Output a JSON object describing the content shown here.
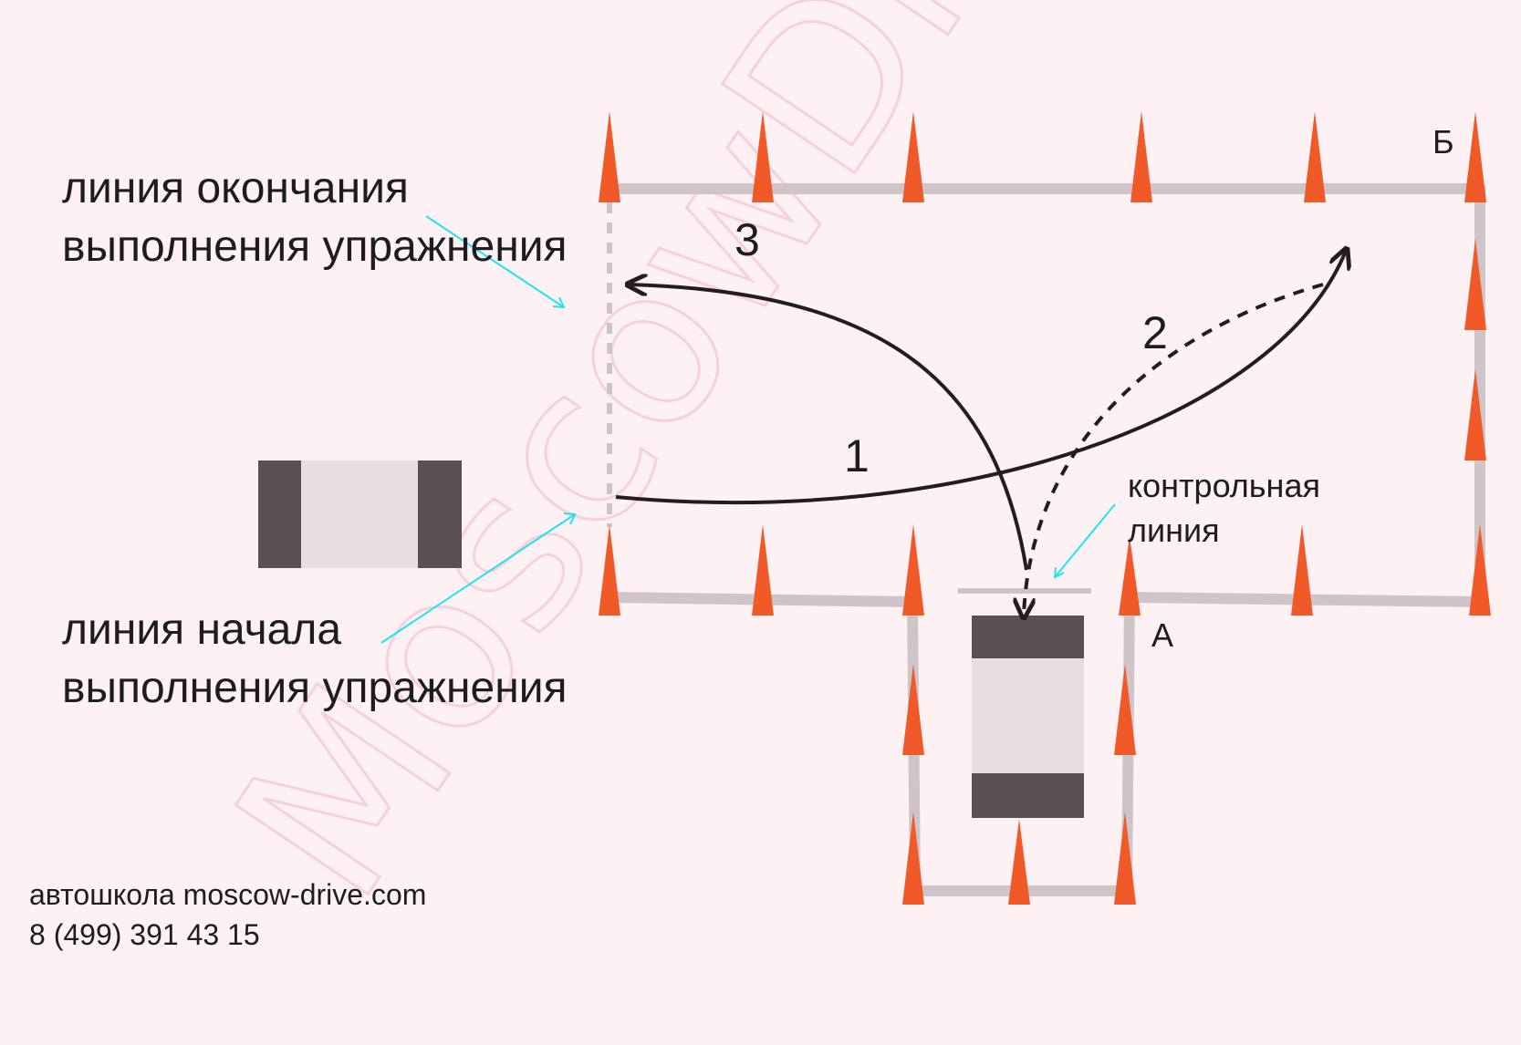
{
  "labels": {
    "finish_line_l1": "линия окончания",
    "finish_line_l2": "выполнения упражнения",
    "start_line_l1": "линия начала",
    "start_line_l2": "выполнения упражнения",
    "control_line_l1": "контрольная",
    "control_line_l2": "линия",
    "point_a": "А",
    "point_b": "Б"
  },
  "paths": {
    "path_1": "1",
    "path_2": "2",
    "path_3": "3"
  },
  "footer": {
    "line1": "автошкола moscow-drive.com",
    "line2": "8 (499) 391 43 15"
  },
  "watermark": "MoscowDrive",
  "colors": {
    "background": "#fdf1f4",
    "cone": "#f05a28",
    "rail": "#cfc4c8",
    "car_dark": "#5a5053",
    "car_light": "#e8dde0",
    "pointer": "#1fe3f2",
    "path": "#241d1f"
  }
}
